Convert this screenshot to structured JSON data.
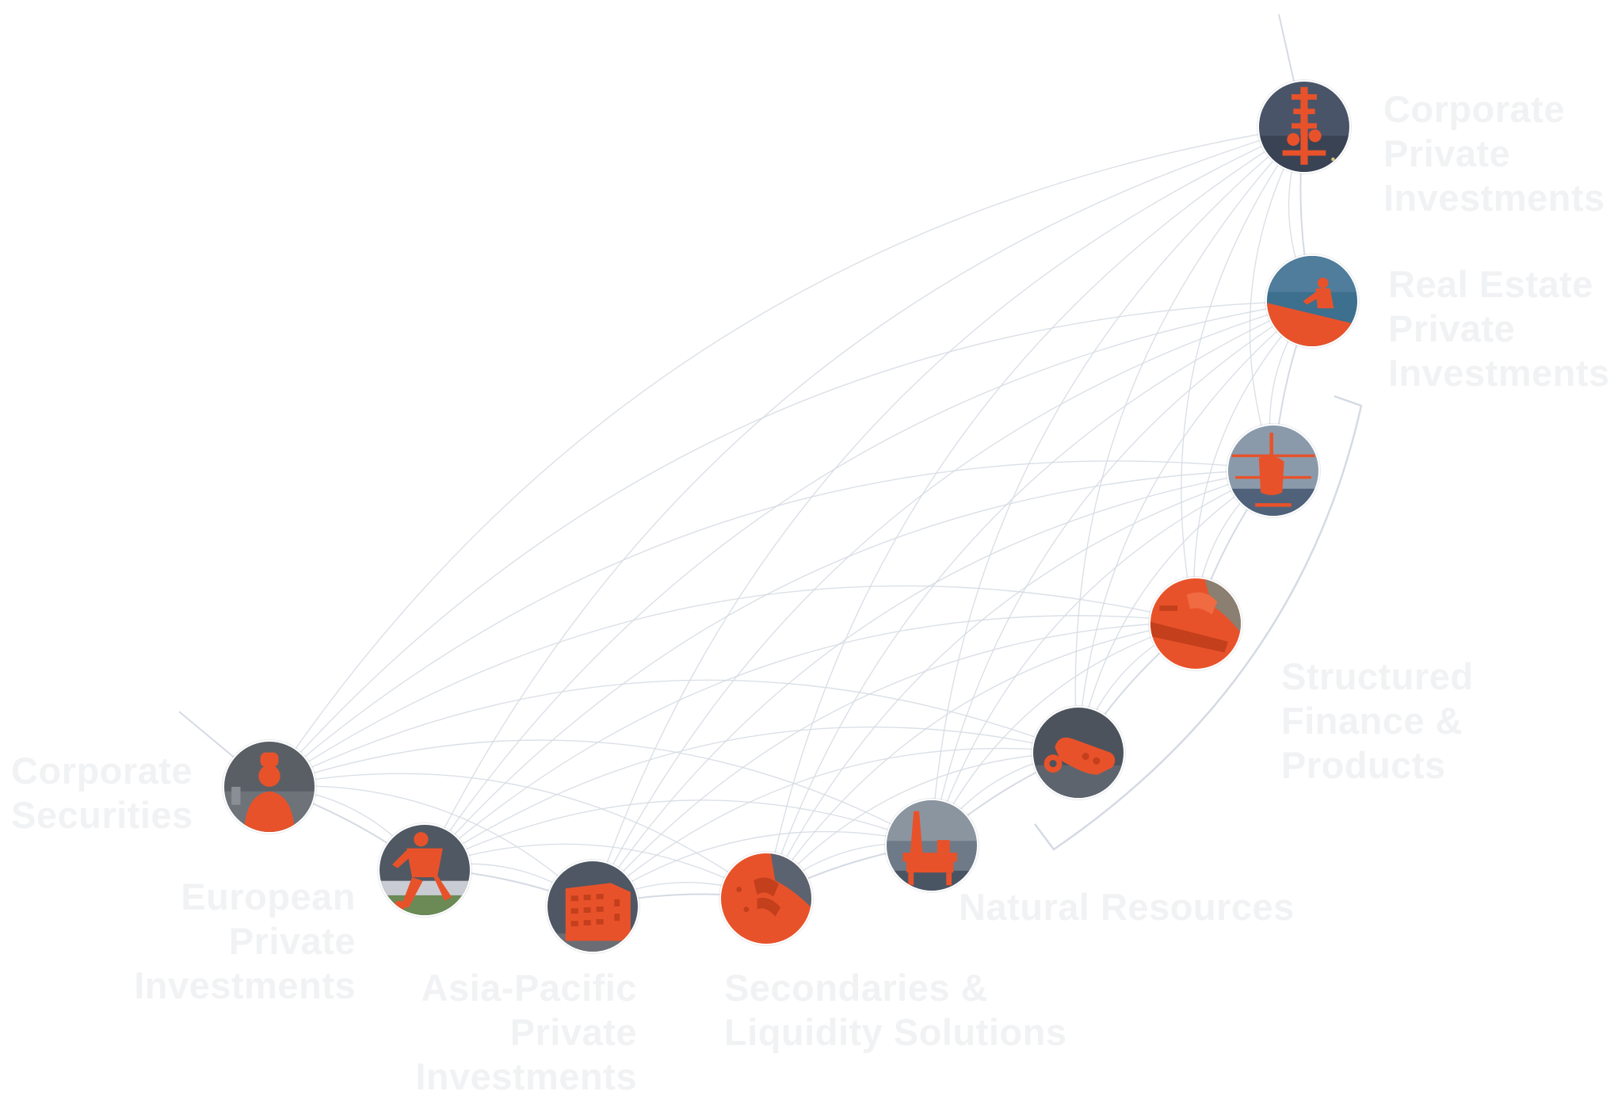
{
  "palette": {
    "connection": "#d5dae3",
    "accent": "#e8522a",
    "label": "#f1f2f4",
    "photo_dark": "#4c5563"
  },
  "nodes": [
    {
      "id": "corporate-securities",
      "icon": "chef-icon",
      "label": "Corporate\nSecurities"
    },
    {
      "id": "european-private-investments",
      "icon": "soccer-player-icon",
      "label": "European\nPrivate\nInvestments"
    },
    {
      "id": "asia-pacific-private-investments",
      "icon": "building-icon",
      "label": "Asia-Pacific\nPrivate\nInvestments"
    },
    {
      "id": "secondaries-liquidity-solutions",
      "icon": "handshake-icon",
      "label": "Secondaries &\nLiquidity Solutions"
    },
    {
      "id": "natural-resources",
      "icon": "oil-rig-icon",
      "label": "Natural Resources"
    },
    {
      "id": "structured-finance-products",
      "icon": "car-key-icon",
      "label": "Structured\nFinance &\nProducts"
    },
    {
      "id": "structured-finance-card",
      "icon": "credit-card-icon",
      "label": ""
    },
    {
      "id": "structured-finance-helicopter",
      "icon": "helicopter-icon",
      "label": ""
    },
    {
      "id": "real-estate-private-investments",
      "icon": "rooftop-worker-icon",
      "label": "Real Estate\nPrivate\nInvestments"
    },
    {
      "id": "corporate-private-investments",
      "icon": "telecom-tower-icon",
      "label": "Corporate\nPrivate\nInvestments"
    }
  ]
}
